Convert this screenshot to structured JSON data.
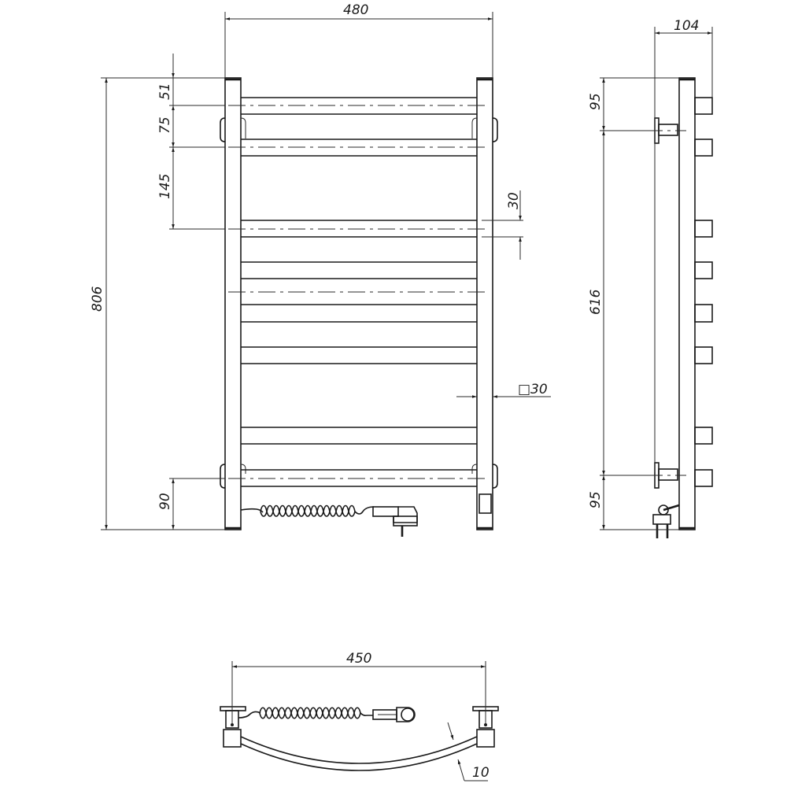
{
  "drawing": {
    "title": "Electric towel rail technical drawing",
    "views": [
      "front-view",
      "side-view",
      "top-view"
    ]
  },
  "front_view": {
    "width_label": "480",
    "height_label": "806",
    "top_offset_label": "51",
    "bar_spacing_1_label": "75",
    "bar_spacing_2_label": "145",
    "bar_width_label": "30",
    "post_section_label": "□30",
    "bottom_offset_label": "90"
  },
  "side_view": {
    "depth_label": "104",
    "top_mount_label": "95",
    "mount_spacing_label": "616",
    "bottom_mount_label": "95"
  },
  "top_view": {
    "mount_width_label": "450",
    "bow_label": "10"
  },
  "colors": {
    "line": "#1a1a1a",
    "background": "#ffffff"
  }
}
